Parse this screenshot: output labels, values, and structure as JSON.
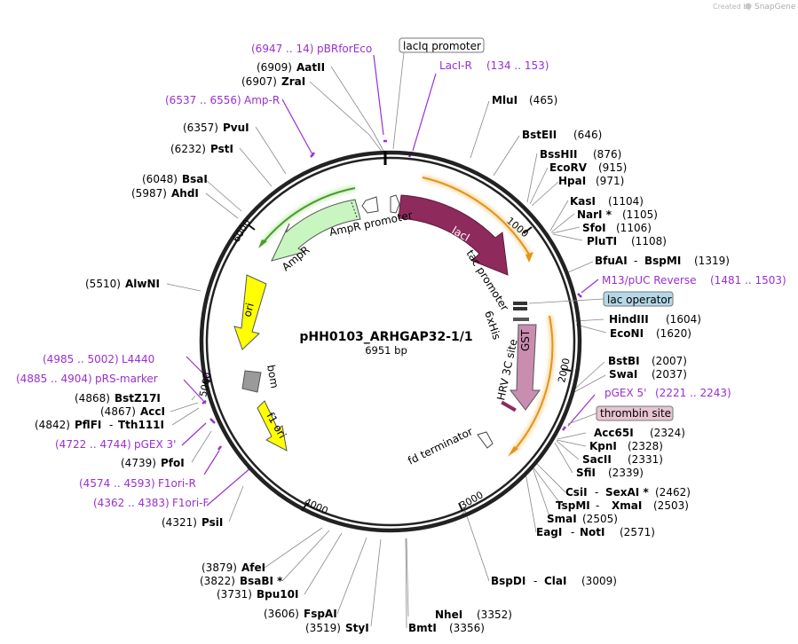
{
  "brand": {
    "created_by": "Created by",
    "app": "SnapGene"
  },
  "plasmid": {
    "name": "pHH0103_ARHGAP32-1/1",
    "length": "6951 bp"
  },
  "ticks": [
    "1000",
    "2000",
    "3000",
    "4000",
    "5000",
    "6000"
  ],
  "features": {
    "laci": "lacI",
    "ampr": "AmpR",
    "ampr_promoter": "AmpR promoter",
    "ori": "ori",
    "bom": "bom",
    "f1ori": "f1 ori",
    "tac_promoter": "tac promoter",
    "his": "6xHis",
    "hrv": "HRV 3C site",
    "gst": "GST",
    "fd": "fd terminator"
  },
  "boxes": {
    "laciq": "lacIq promoter",
    "lac_operator": "lac operator",
    "thrombin": "thrombin site"
  },
  "primers": {
    "pbr": {
      "range": "(6947 .. 14)",
      "name": "pBRforEco"
    },
    "laci_r": {
      "name": "LacI-R",
      "range": "(134 .. 153)"
    },
    "amp_r": {
      "range": "(6537 .. 6556)",
      "name": "Amp-R"
    },
    "m13": {
      "name": "M13/pUC Reverse",
      "range": "(1481 .. 1503)"
    },
    "pgex5": {
      "name": "pGEX 5'",
      "range": "(2221 .. 2243)"
    },
    "l4440": {
      "range": "(4985 .. 5002)",
      "name": "L4440"
    },
    "prs": {
      "range": "(4885 .. 4904)",
      "name": "pRS-marker"
    },
    "pgex3": {
      "range": "(4722 .. 4744)",
      "name": "pGEX 3'"
    },
    "f1ori_r": {
      "range": "(4574 .. 4593)",
      "name": "F1ori-R"
    },
    "f1ori_f": {
      "range": "(4362 .. 4383)",
      "name": "F1ori-F"
    }
  },
  "sites": {
    "aatii": {
      "pos": "(6909)",
      "name": "AatII"
    },
    "zrai": {
      "pos": "(6907)",
      "name": "ZraI"
    },
    "pvui": {
      "pos": "(6357)",
      "name": "PvuI"
    },
    "psti": {
      "pos": "(6232)",
      "name": "PstI"
    },
    "bsai": {
      "pos": "(6048)",
      "name": "BsaI"
    },
    "ahdi": {
      "pos": "(5987)",
      "name": "AhdI"
    },
    "alwni": {
      "pos": "(5510)",
      "name": "AlwNI"
    },
    "bstz17i": {
      "pos": "(4868)",
      "name": "BstZ17I"
    },
    "acci": {
      "pos": "(4867)",
      "name": "AccI"
    },
    "pflfi": {
      "pos": "(4842)",
      "name": "PflFI",
      "sep": "-",
      "name2": "Tth111I"
    },
    "pfoi": {
      "pos": "(4739)",
      "name": "PfoI"
    },
    "psii": {
      "pos": "(4321)",
      "name": "PsiI"
    },
    "mlui": {
      "name": "MluI",
      "pos": "(465)"
    },
    "bsteii": {
      "name": "BstEII",
      "pos": "(646)"
    },
    "bsshii": {
      "name": "BssHII",
      "pos": "(876)"
    },
    "ecorv": {
      "name": "EcoRV",
      "pos": "(915)"
    },
    "hpai": {
      "name": "HpaI",
      "pos": "(971)"
    },
    "kasi": {
      "name": "KasI",
      "pos": "(1104)"
    },
    "nari": {
      "name": "NarI *",
      "pos": "(1105)"
    },
    "sfoi": {
      "name": "SfoI",
      "pos": "(1106)"
    },
    "pluti": {
      "name": "PluTI",
      "pos": "(1108)"
    },
    "bfuai": {
      "name": "BfuAI",
      "sep": "-",
      "name2": "BspMI",
      "pos": "(1319)"
    },
    "hindiii": {
      "name": "HindIII",
      "pos": "(1604)"
    },
    "econi": {
      "name": "EcoNI",
      "pos": "(1620)"
    },
    "bstbi": {
      "name": "BstBI",
      "pos": "(2007)"
    },
    "swai": {
      "name": "SwaI",
      "pos": "(2037)"
    },
    "acc65i": {
      "name": "Acc65I",
      "pos": "(2324)"
    },
    "kpni": {
      "name": "KpnI",
      "pos": "(2328)"
    },
    "sacii": {
      "name": "SacII",
      "pos": "(2331)"
    },
    "sfii": {
      "name": "SfiI",
      "pos": "(2339)"
    },
    "csii": {
      "name": "CsiI",
      "sep": "-",
      "name2": "SexAI *",
      "pos": "(2462)"
    },
    "tspmi": {
      "name": "TspMI",
      "sep": "-",
      "name2": "XmaI",
      "pos": "(2503)"
    },
    "smai": {
      "name": "SmaI",
      "pos": "(2505)"
    },
    "eagi": {
      "name": "EagI",
      "sep": "-",
      "name2": "NotI",
      "pos": "(2571)"
    },
    "bspdi": {
      "name": "BspDI",
      "sep": "-",
      "name2": "ClaI",
      "pos": "(3009)"
    },
    "nhei": {
      "name": "NheI",
      "pos": "(3352)"
    },
    "bmti": {
      "name": "BmtI",
      "pos": "(3356)"
    },
    "styi": {
      "pos": "(3519)",
      "name": "StyI"
    },
    "fspai": {
      "pos": "(3606)",
      "name": "FspAI"
    },
    "bpu10i": {
      "pos": "(3731)",
      "name": "Bpu10I"
    },
    "bsabi": {
      "pos": "(3822)",
      "name": "BsaBI *"
    },
    "afei": {
      "pos": "(3879)",
      "name": "AfeI"
    }
  }
}
